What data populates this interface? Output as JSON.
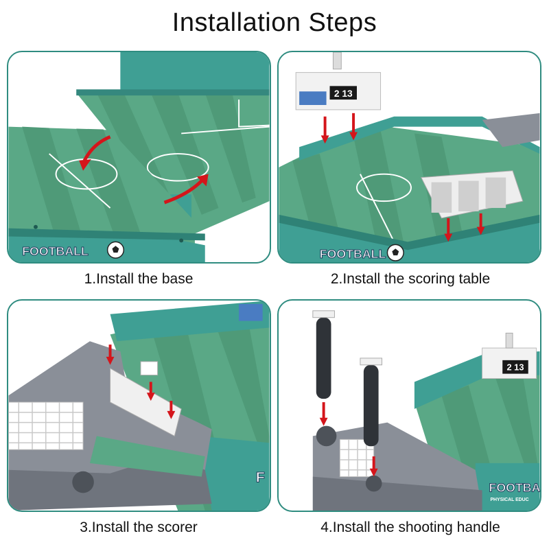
{
  "title": "Installation Steps",
  "steps": [
    {
      "caption": "1.Install the base",
      "brand_text": "FOOTBALL"
    },
    {
      "caption": "2.Install the scoring table",
      "brand_text": "FOOTBALL",
      "scoreboard": "2 13"
    },
    {
      "caption": "3.Install the scorer"
    },
    {
      "caption": "4.Install the shooting handle",
      "brand_text": "FOOTBAL",
      "brand_subtext": "PHYSICAL EDUC",
      "scoreboard": "2 13"
    }
  ],
  "colors": {
    "frame": "#2f8c80",
    "field_dark": "#4f9a78",
    "field_light": "#69b18d",
    "rail": "#3f9f94",
    "arrow": "#d4151b",
    "part_gray": "#8a8f98"
  }
}
